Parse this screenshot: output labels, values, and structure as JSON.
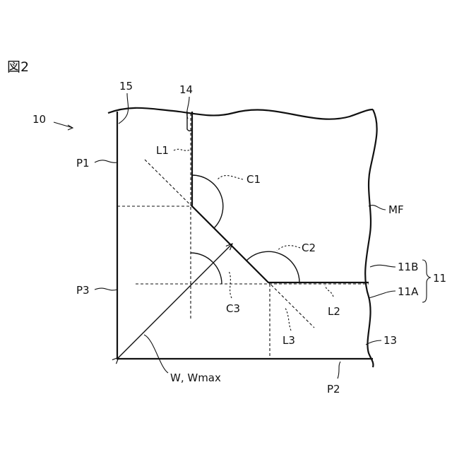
{
  "figure": {
    "title": "図2",
    "labels": {
      "ref10": "10",
      "ref15": "15",
      "ref14": "14",
      "L1": "L1",
      "P1": "P1",
      "C1": "C1",
      "MF": "MF",
      "C2": "C2",
      "ref11B": "11B",
      "ref11": "11",
      "ref11A": "11A",
      "P3": "P3",
      "C3": "C3",
      "L2": "L2",
      "L3": "L3",
      "ref13": "13",
      "W": "W, Wmax",
      "P2": "P2"
    }
  }
}
